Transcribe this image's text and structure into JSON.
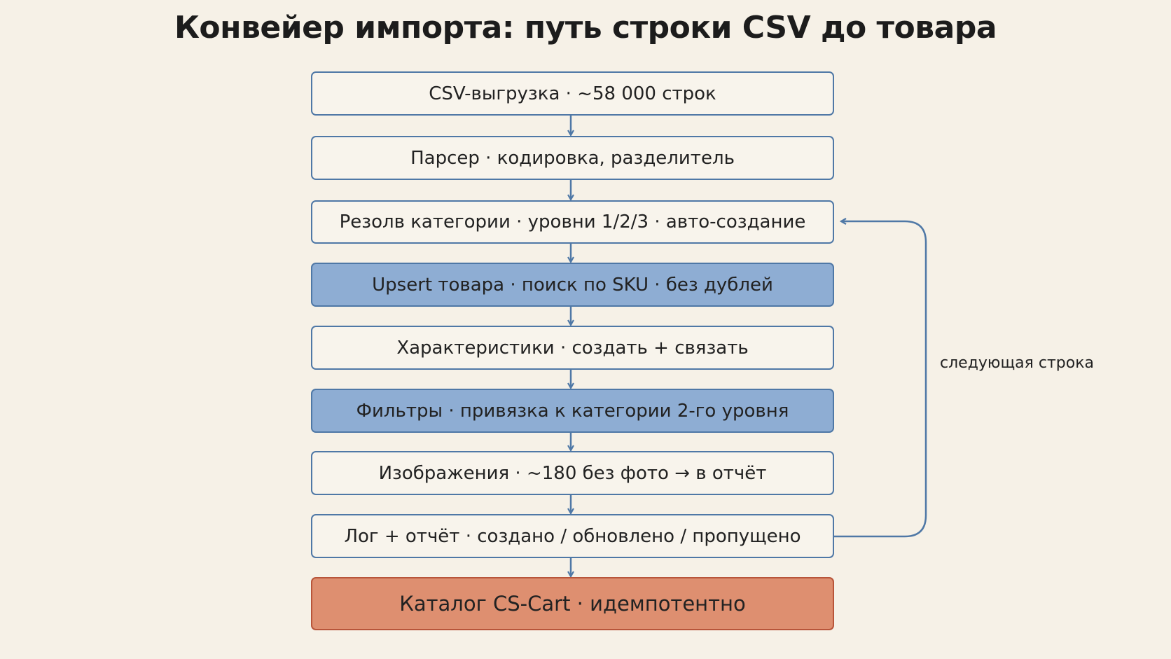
{
  "title": "Конвейер импорта: путь строки CSV до товара",
  "steps": [
    {
      "label": "CSV-выгрузка · ~58 000 строк"
    },
    {
      "label": "Парсер · кодировка, разделитель"
    },
    {
      "label": "Резолв категории · уровни 1/2/3 · авто-создание"
    },
    {
      "label": "Upsert товара · поиск по SKU · без дублей"
    },
    {
      "label": "Характеристики · создать + связать"
    },
    {
      "label": "Фильтры · привязка к категории 2-го уровня"
    },
    {
      "label": "Изображения · ~180 без фото → в отчёт"
    },
    {
      "label": "Лог + отчёт · создано / обновлено / пропущено"
    },
    {
      "label": "Каталог CS-Cart · идемпотентно"
    }
  ],
  "loop": {
    "label": "следующая строка"
  },
  "colors": {
    "background": "#f6f1e7",
    "box_border": "#4f78a6",
    "box_fill": "#f8f4ec",
    "highlight_fill": "#8eadd3",
    "final_fill": "#de8f70",
    "final_border": "#b8553a",
    "arrow": "#4f78a6"
  }
}
